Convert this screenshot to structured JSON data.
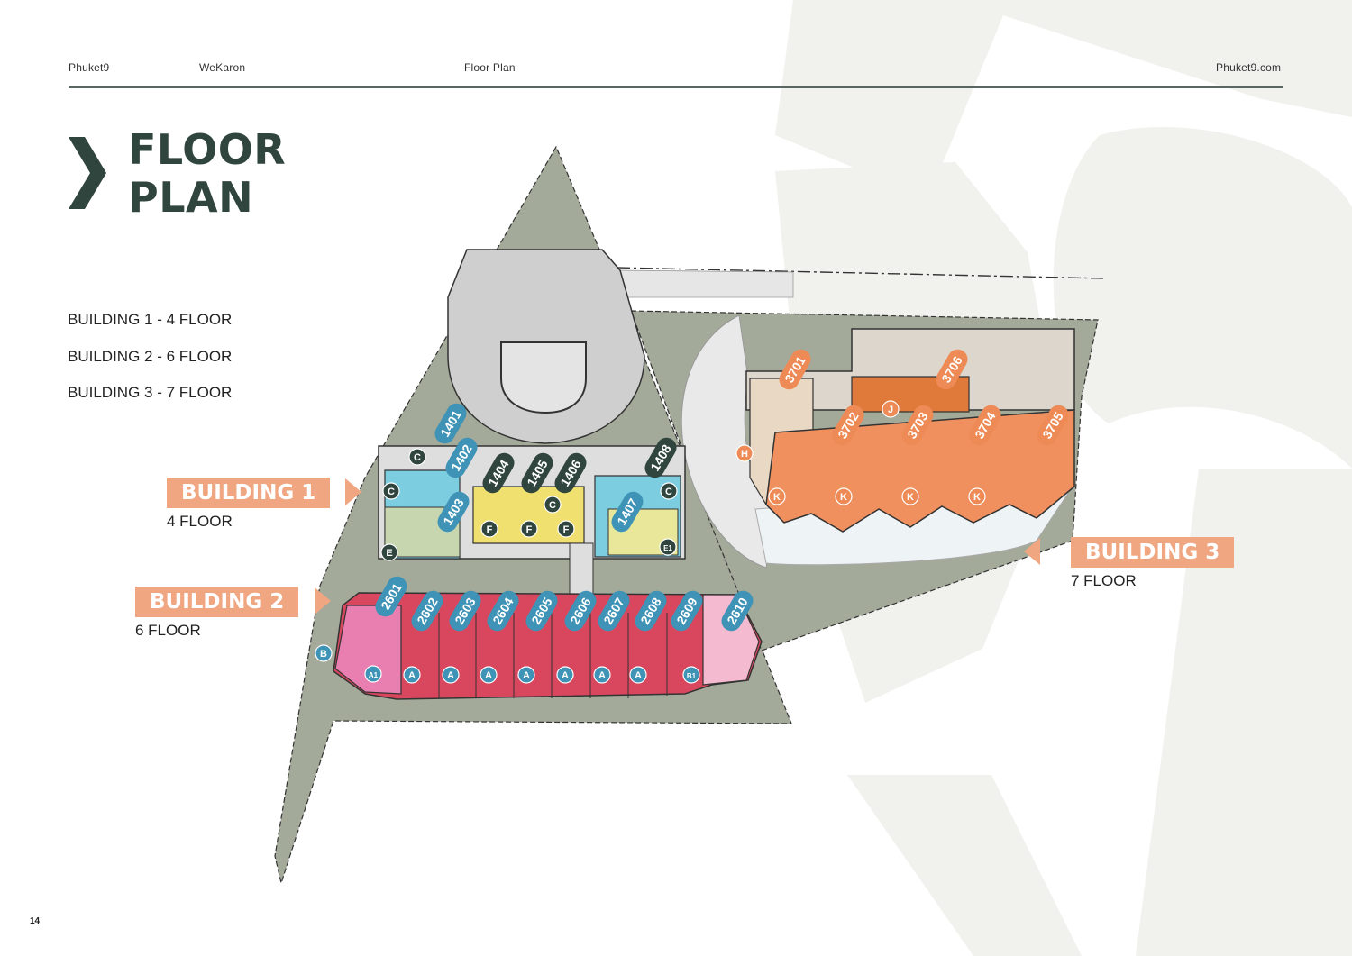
{
  "header": {
    "brand": "Phuket9",
    "project": "WeKaron",
    "section": "Floor Plan",
    "website": "Phuket9.com"
  },
  "page": {
    "title_line1": "FLOOR",
    "title_line2": "PLAN",
    "page_number": "14"
  },
  "summary": [
    "BUILDING 1 - 4 FLOOR",
    "BUILDING 2 - 6 FLOOR",
    "BUILDING 3 - 7 FLOOR"
  ],
  "buildings": {
    "b1": {
      "label": "BUILDING 1",
      "floors": "4 FLOOR"
    },
    "b2": {
      "label": "BUILDING 2",
      "floors": "6 FLOOR"
    },
    "b3": {
      "label": "BUILDING 3",
      "floors": "7 FLOOR"
    }
  },
  "units": {
    "building1": [
      "1401",
      "1402",
      "1403",
      "1404",
      "1405",
      "1406",
      "1407",
      "1408"
    ],
    "building2": [
      "2601",
      "2602",
      "2603",
      "2604",
      "2605",
      "2606",
      "2607",
      "2608",
      "2609",
      "2610"
    ],
    "building3": [
      "3701",
      "3702",
      "3703",
      "3704",
      "3705",
      "3706"
    ]
  },
  "unit_types": {
    "building1": [
      "C",
      "C",
      "C",
      "C",
      "E",
      "E1",
      "F",
      "F",
      "F"
    ],
    "building2": [
      "B",
      "A1",
      "A",
      "A",
      "A",
      "A",
      "A",
      "A",
      "A",
      "B1"
    ],
    "building3": [
      "H",
      "J",
      "K",
      "K",
      "K",
      "K"
    ]
  },
  "colors": {
    "title": "#2f453d",
    "accent": "#f0a680",
    "site": "#a4aa9a",
    "unit_teal": "#7dcde0",
    "unit_yellow": "#f0e070",
    "unit_red": "#d8475e",
    "unit_pink": "#e87fb0",
    "unit_orange": "#f0905e",
    "badge_blue": "#3e93b6",
    "badge_dark": "#2f453d",
    "badge_orange": "#ee8a55"
  }
}
